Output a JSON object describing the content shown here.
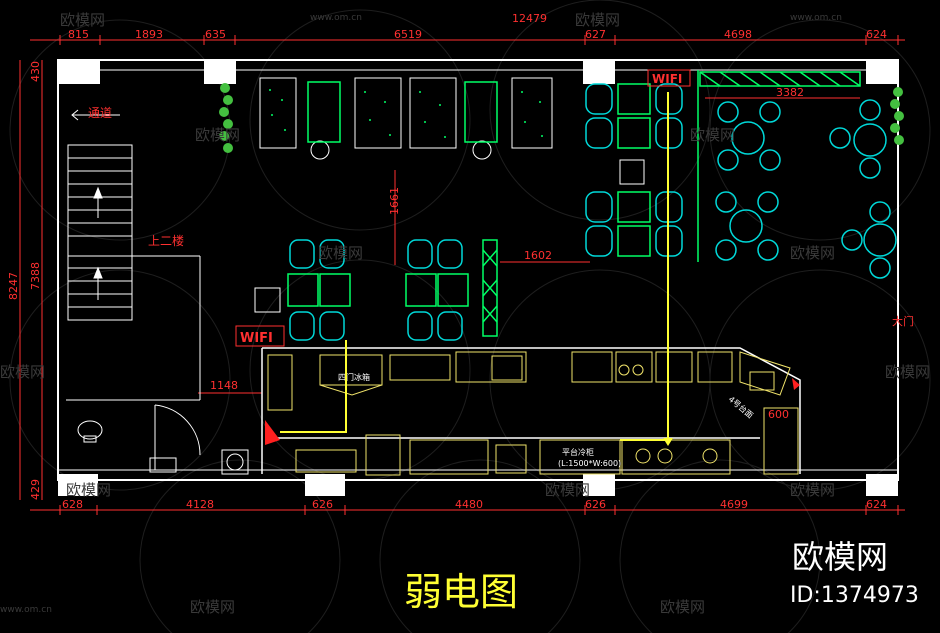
{
  "title": "弱电图",
  "brand": {
    "name": "欧模网",
    "id": "ID:1374973",
    "site": "www.om.cn"
  },
  "dimensions": {
    "top_total": "12479",
    "top": [
      "815",
      "1893",
      "635",
      "6519",
      "627",
      "4698",
      "624"
    ],
    "bottom": [
      "628",
      "4128",
      "626",
      "4480",
      "626",
      "4699",
      "624"
    ],
    "left_total": "8247",
    "left_inner": "7388",
    "left_top": "430",
    "left_bottom": "429",
    "inner_v": "1661",
    "inner_h1": "1602",
    "inner_h2": "1148",
    "inner_top_right": "3382"
  },
  "labels": {
    "corridor": "通道",
    "upstairs": "上二楼",
    "wifi": "WIFI",
    "main_door": "大门",
    "fridge": "四门冰箱",
    "cabinet": "平台冷柜",
    "cabinet_size": "(L:1500*W:600)",
    "side_table": "4号台面",
    "side_size": "600"
  },
  "colors": {
    "wall": "#ffffff",
    "dim": "#ff3030",
    "table": "#00ff66",
    "chair": "#00d8d8",
    "wifi_line": "#ffff33",
    "brand": "#ffffff"
  }
}
